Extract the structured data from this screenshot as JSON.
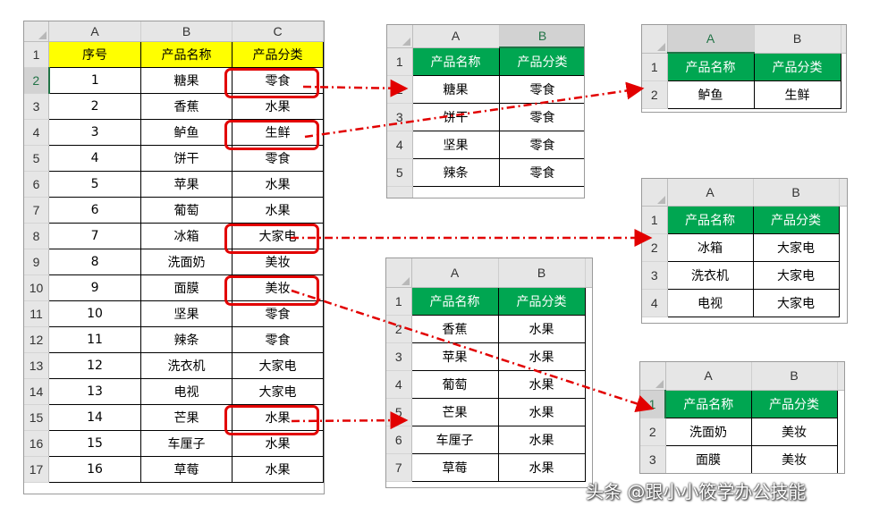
{
  "colors": {
    "header_yellow": "#ffff00",
    "header_green": "#00a651",
    "highlight_red": "#e20000",
    "arrow_red": "#e20000"
  },
  "main_sheet": {
    "columns": [
      "A",
      "B",
      "C"
    ],
    "headers": [
      "序号",
      "产品名称",
      "产品分类"
    ],
    "rows": [
      [
        "1",
        "糖果",
        "零食"
      ],
      [
        "2",
        "香蕉",
        "水果"
      ],
      [
        "3",
        "鲈鱼",
        "生鲜"
      ],
      [
        "4",
        "饼干",
        "零食"
      ],
      [
        "5",
        "苹果",
        "水果"
      ],
      [
        "6",
        "葡萄",
        "水果"
      ],
      [
        "7",
        "冰箱",
        "大家电"
      ],
      [
        "8",
        "洗面奶",
        "美妆"
      ],
      [
        "9",
        "面膜",
        "美妆"
      ],
      [
        "10",
        "坚果",
        "零食"
      ],
      [
        "11",
        "辣条",
        "零食"
      ],
      [
        "12",
        "洗衣机",
        "大家电"
      ],
      [
        "13",
        "电视",
        "大家电"
      ],
      [
        "14",
        "芒果",
        "水果"
      ],
      [
        "15",
        "车厘子",
        "水果"
      ],
      [
        "16",
        "草莓",
        "水果"
      ]
    ]
  },
  "snack_sheet": {
    "columns": [
      "A",
      "B"
    ],
    "headers": [
      "产品名称",
      "产品分类"
    ],
    "rows": [
      [
        "糖果",
        "零食"
      ],
      [
        "饼干",
        "零食"
      ],
      [
        "坚果",
        "零食"
      ],
      [
        "辣条",
        "零食"
      ]
    ]
  },
  "fresh_sheet": {
    "columns": [
      "A",
      "B"
    ],
    "headers": [
      "产品名称",
      "产品分类"
    ],
    "rows": [
      [
        "鲈鱼",
        "生鲜"
      ]
    ]
  },
  "appliance_sheet": {
    "columns": [
      "A",
      "B"
    ],
    "headers": [
      "产品名称",
      "产品分类"
    ],
    "rows": [
      [
        "冰箱",
        "大家电"
      ],
      [
        "洗衣机",
        "大家电"
      ],
      [
        "电视",
        "大家电"
      ]
    ]
  },
  "fruit_sheet": {
    "columns": [
      "A",
      "B"
    ],
    "headers": [
      "产品名称",
      "产品分类"
    ],
    "rows": [
      [
        "香蕉",
        "水果"
      ],
      [
        "苹果",
        "水果"
      ],
      [
        "葡萄",
        "水果"
      ],
      [
        "芒果",
        "水果"
      ],
      [
        "车厘子",
        "水果"
      ],
      [
        "草莓",
        "水果"
      ]
    ]
  },
  "beauty_sheet": {
    "columns": [
      "A",
      "B"
    ],
    "headers": [
      "产品名称",
      "产品分类"
    ],
    "rows": [
      [
        "洗面奶",
        "美妆"
      ],
      [
        "面膜",
        "美妆"
      ]
    ]
  },
  "watermark": "头条 @跟小小筱学办公技能"
}
